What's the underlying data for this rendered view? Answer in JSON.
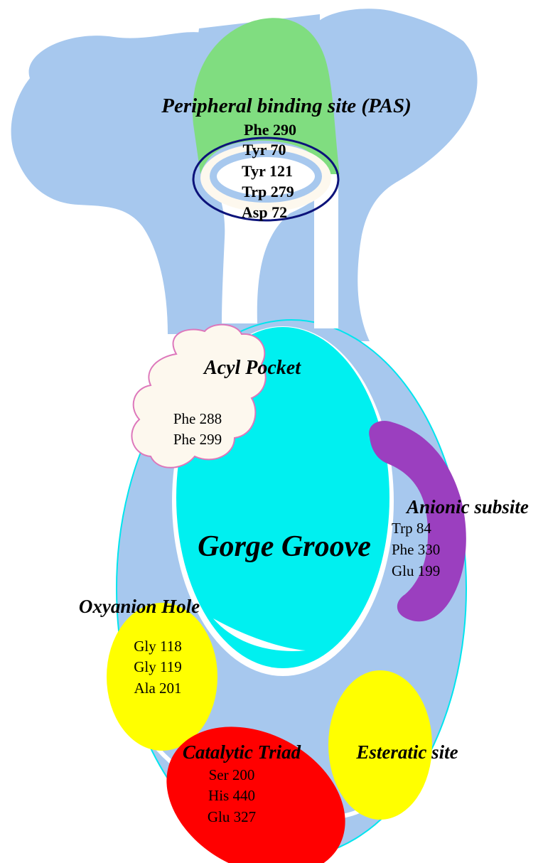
{
  "colors": {
    "protein": "#a7c8ee",
    "gorge": "#00f0f0",
    "gorge_outline": "#00e5ee",
    "pas": "#80dd80",
    "ring": "#0c137a",
    "cream": "#fdf8ee",
    "acyl_outline": "#dd77bb",
    "anionic": "#9b3fbf",
    "oxyanion": "#ffff00",
    "esteratic": "#ffff00",
    "triad": "#ff0000"
  },
  "pas": {
    "title": "Peripheral binding site (PAS)",
    "residues": [
      "Phe 290",
      "Tyr 70",
      "Tyr 121",
      "Trp 279",
      "Asp 72"
    ]
  },
  "acyl": {
    "title": "Acyl Pocket",
    "residues": [
      "Phe 288",
      "Phe 299"
    ]
  },
  "gorge": {
    "label": "Gorge Groove"
  },
  "anionic": {
    "title": "Anionic subsite",
    "residues": [
      "Trp 84",
      "Phe 330",
      "Glu 199"
    ]
  },
  "oxyanion": {
    "title": "Oxyanion Hole",
    "residues": [
      "Gly 118",
      "Gly 119",
      "Ala 201"
    ]
  },
  "triad": {
    "title": "Catalytic Triad",
    "residues": [
      "Ser 200",
      "His 440",
      "Glu 327"
    ]
  },
  "esteratic": {
    "title": "Esteratic site"
  }
}
